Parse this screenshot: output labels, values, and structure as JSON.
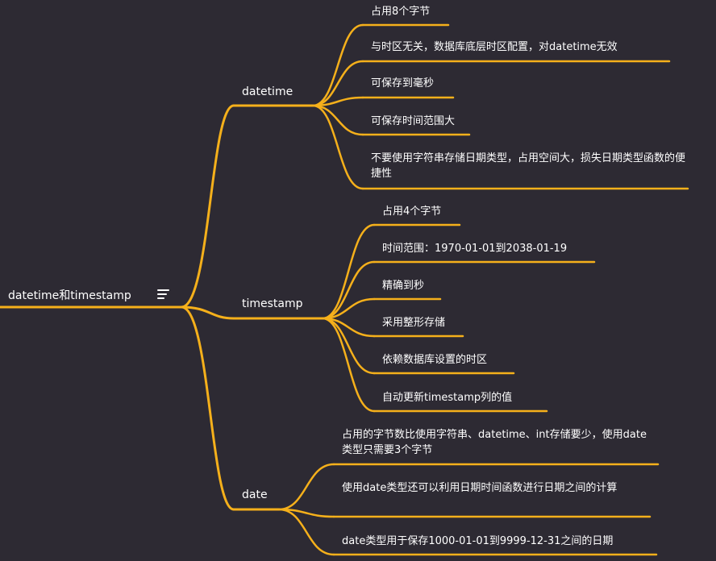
{
  "colors": {
    "background": "#2d2a33",
    "edge": "#f5b01b",
    "text": "#ffffff"
  },
  "root": {
    "label": "datetime和timestamp",
    "icon": "menu-lines-icon"
  },
  "branches": [
    {
      "label": "datetime",
      "leaves": [
        "占用8个字节",
        "与时区无关，数据库底层时区配置，对datetime无效",
        "可保存到毫秒",
        "可保存时间范围大",
        "不要使用字符串存储日期类型，占用空间大，损失日期类型函数的便捷性"
      ]
    },
    {
      "label": "timestamp",
      "leaves": [
        "占用4个字节",
        "时间范围：1970-01-01到2038-01-19",
        "精确到秒",
        "采用整形存储",
        "依赖数据库设置的时区",
        "自动更新timestamp列的值"
      ]
    },
    {
      "label": "date",
      "leaves": [
        "占用的字节数比使用字符串、datetime、int存储要少，使用date类型只需要3个字节",
        "使用date类型还可以利用日期时间函数进行日期之间的计算",
        "date类型用于保存1000-01-01到9999-12-31之间的日期"
      ]
    }
  ]
}
